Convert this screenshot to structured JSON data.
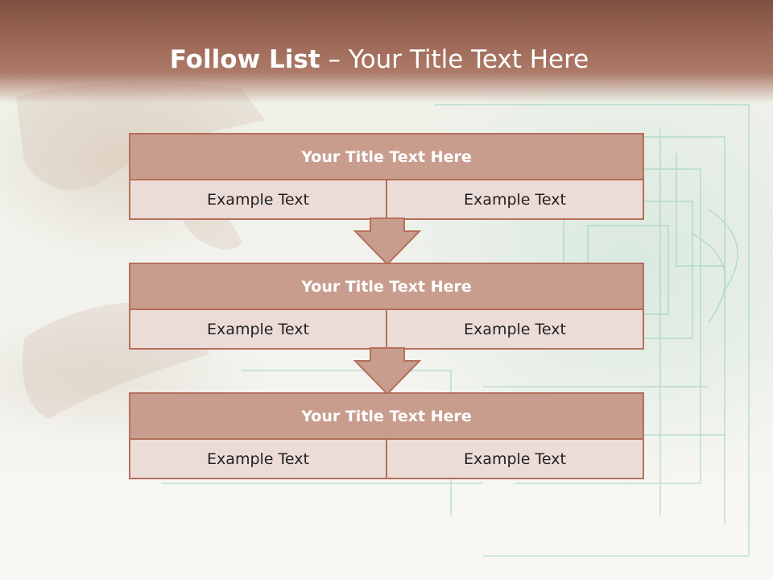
{
  "title": {
    "bold": "Follow List",
    "rest": " – Your Title Text Here"
  },
  "blocks": [
    {
      "title": "Your Title Text Here",
      "left": "Example Text",
      "right": "Example Text"
    },
    {
      "title": "Your Title Text Here",
      "left": "Example Text",
      "right": "Example Text"
    },
    {
      "title": "Your Title Text Here",
      "left": "Example Text",
      "right": "Example Text"
    }
  ],
  "colors": {
    "header": "#8e5a49",
    "block_border": "#b56f5c",
    "block_head": "#c99d8e",
    "block_body": "#ecdcd8"
  }
}
